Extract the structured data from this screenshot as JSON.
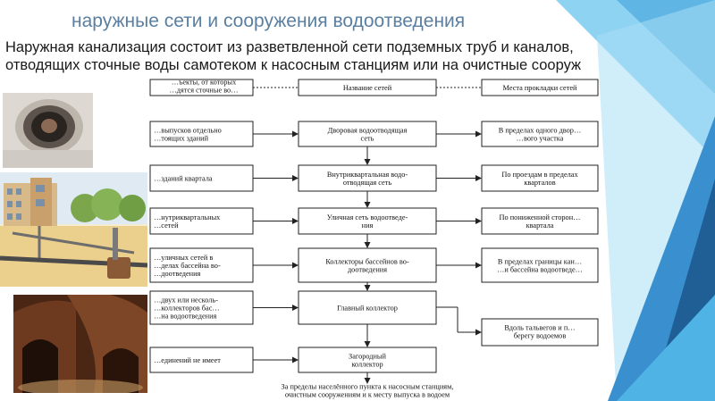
{
  "slide": {
    "title": "наружные сети и сооружения водоотведения",
    "intro": "Наружная канализация состоит из разветвленной сети подземных труб и каналов, отводящих сточные воды самотеком к насосным станциям или на очистные сооруж"
  },
  "flowchart": {
    "headers": {
      "left": [
        "…ъекты, от которых",
        "…дятся сточные во…"
      ],
      "center": "Название сетей",
      "right": "Места прокладки сетей"
    },
    "rows": [
      {
        "left": [
          "…выпусков отдельно",
          "…тоящих зданий"
        ],
        "center": [
          "Дворовая водоотводящая",
          "сеть"
        ],
        "right": [
          "В пределах одного двор…",
          "…вого участка"
        ]
      },
      {
        "left": [
          "…зданий квартала"
        ],
        "center": [
          "Внутриквартальная водо-",
          "отводящая сеть"
        ],
        "right": [
          "По проездам в пределах",
          "кварталов"
        ]
      },
      {
        "left": [
          "…нутриквартальных",
          "…сетей"
        ],
        "center": [
          "Уличная сеть водоотведе-",
          "ния"
        ],
        "right": [
          "По пониженной сторон…",
          "квартала"
        ]
      },
      {
        "left": [
          "…уличных сетей в",
          "…делах бассейна во-",
          "…доотведения"
        ],
        "center": [
          "Коллекторы бассейнов во-",
          "доотведения"
        ],
        "right": [
          "В пределах границы кан…",
          "…и бассейна водоотведе…"
        ]
      },
      {
        "left": [
          "…двух или несколь-",
          "…коллекторов бас…",
          "…на водоотведения"
        ],
        "center": [
          "Главный коллектор"
        ],
        "right": []
      },
      {
        "left": [
          "…единений не имеет"
        ],
        "center": [
          "Загородный",
          "коллектор"
        ],
        "right": [
          "Вдоль тальвегов и п…",
          "берегу водоемов"
        ]
      }
    ],
    "footer": [
      "За пределы населённого пункта к насосным станциям,",
      "очистным сооружениям и к месту выпуска в водоем"
    ]
  },
  "colors": {
    "title": "#5a7fa0",
    "accent_dark": "#1f5f95",
    "accent_light": "#7ec8ee"
  }
}
